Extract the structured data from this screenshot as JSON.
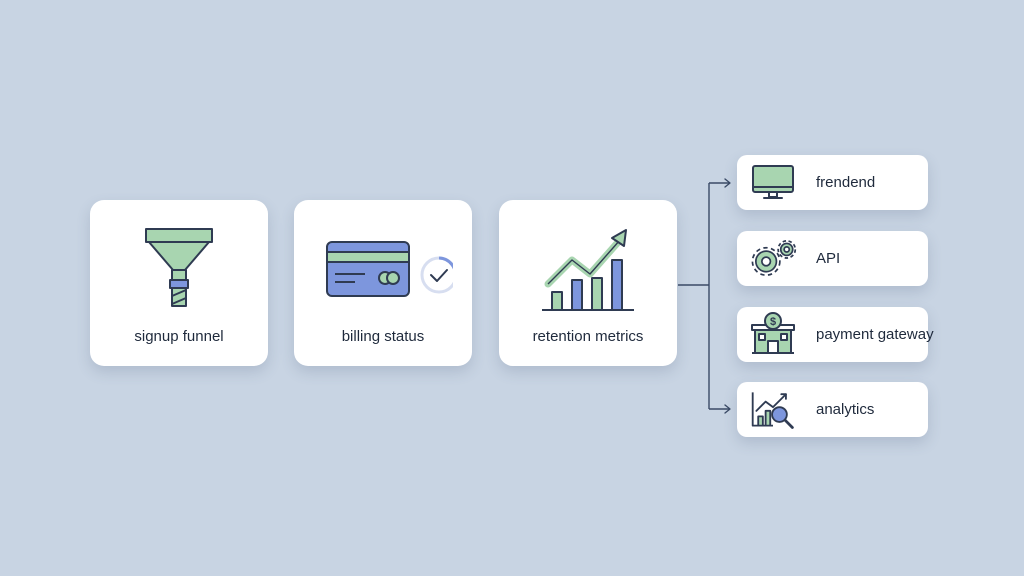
{
  "stages": [
    {
      "label": "signup funnel",
      "icon": "funnel-icon"
    },
    {
      "label": "billing status",
      "icon": "credit-card-check-icon"
    },
    {
      "label": "retention metrics",
      "icon": "growth-chart-icon"
    }
  ],
  "services": [
    {
      "label": "frendend",
      "icon": "monitor-icon"
    },
    {
      "label": "API",
      "icon": "gears-icon"
    },
    {
      "label": "payment gateway",
      "icon": "bank-building-icon"
    },
    {
      "label": "analytics",
      "icon": "chart-magnifier-icon"
    }
  ],
  "colors": {
    "background": "#c8d4e3",
    "green": "#a8d5b0",
    "blue": "#7d96dd",
    "stroke": "#2f3b52"
  }
}
